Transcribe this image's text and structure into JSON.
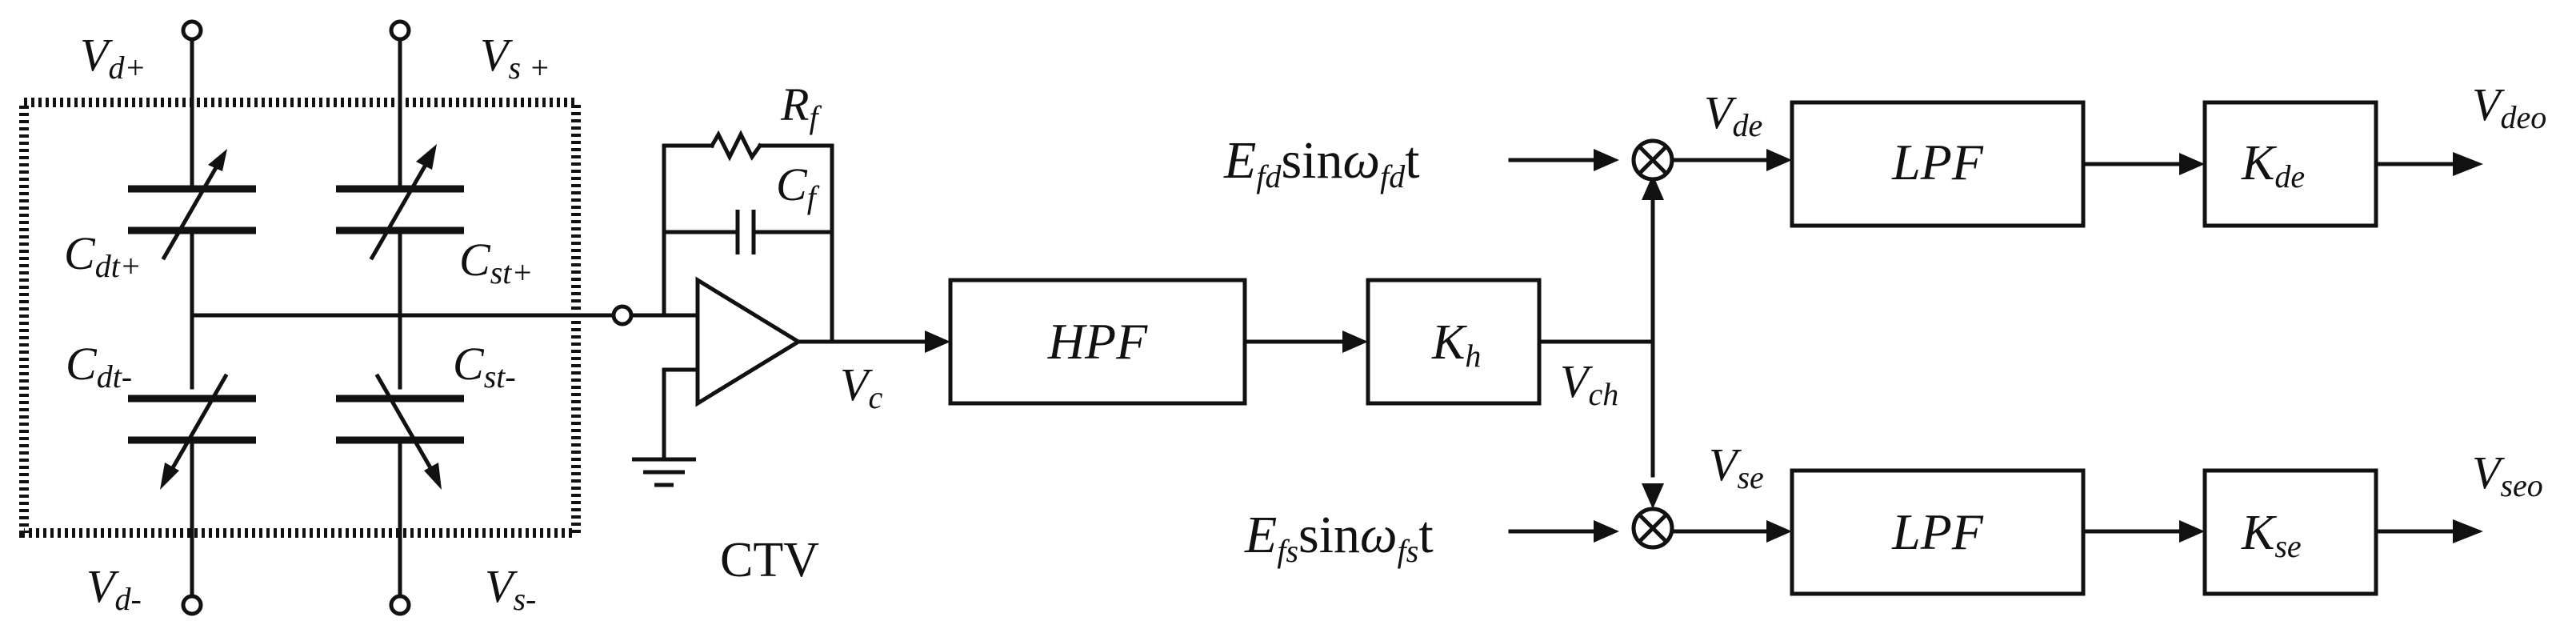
{
  "terminals": {
    "vd_plus": {
      "main": "V",
      "sub": "d+"
    },
    "vs_plus": {
      "main": "V",
      "sub": "s +"
    },
    "vd_minus": {
      "main": "V",
      "sub": "d-"
    },
    "vs_minus": {
      "main": "V",
      "sub": "s-"
    }
  },
  "capacitors": {
    "cdt_plus": {
      "main": "C",
      "sub": "dt+"
    },
    "cst_plus": {
      "main": "C",
      "sub": "st+"
    },
    "cdt_minus": {
      "main": "C",
      "sub": "dt-"
    },
    "cst_minus": {
      "main": "C",
      "sub": "st-"
    }
  },
  "feedback": {
    "rf": {
      "main": "R",
      "sub": "f"
    },
    "cf": {
      "main": "C",
      "sub": "f"
    }
  },
  "amp_output": {
    "main": "V",
    "sub": "c"
  },
  "ctv_label": "CTV",
  "blocks": {
    "hpf": "HPF",
    "kh": {
      "main": "K",
      "sub": "h"
    },
    "lpf_top": "LPF",
    "lpf_bottom": "LPF",
    "kde": {
      "main": "K",
      "sub": "de"
    },
    "kse": {
      "main": "K",
      "sub": "se"
    }
  },
  "signals": {
    "vch": {
      "main": "V",
      "sub": "ch"
    },
    "vde": {
      "main": "V",
      "sub": "de"
    },
    "vse": {
      "main": "V",
      "sub": "se"
    },
    "vdeo": {
      "main": "V",
      "sub": "deo"
    },
    "vseo": {
      "main": "V",
      "sub": "seo"
    }
  },
  "carriers": {
    "top": {
      "e": "E",
      "e_sub": "fd",
      "sin": "sin",
      "omega": "ω",
      "w_sub": "fd",
      "t": "t"
    },
    "bottom": {
      "e": "E",
      "e_sub": "fs",
      "sin": "sin",
      "omega": "ω",
      "w_sub": "fs",
      "t": "t"
    }
  }
}
